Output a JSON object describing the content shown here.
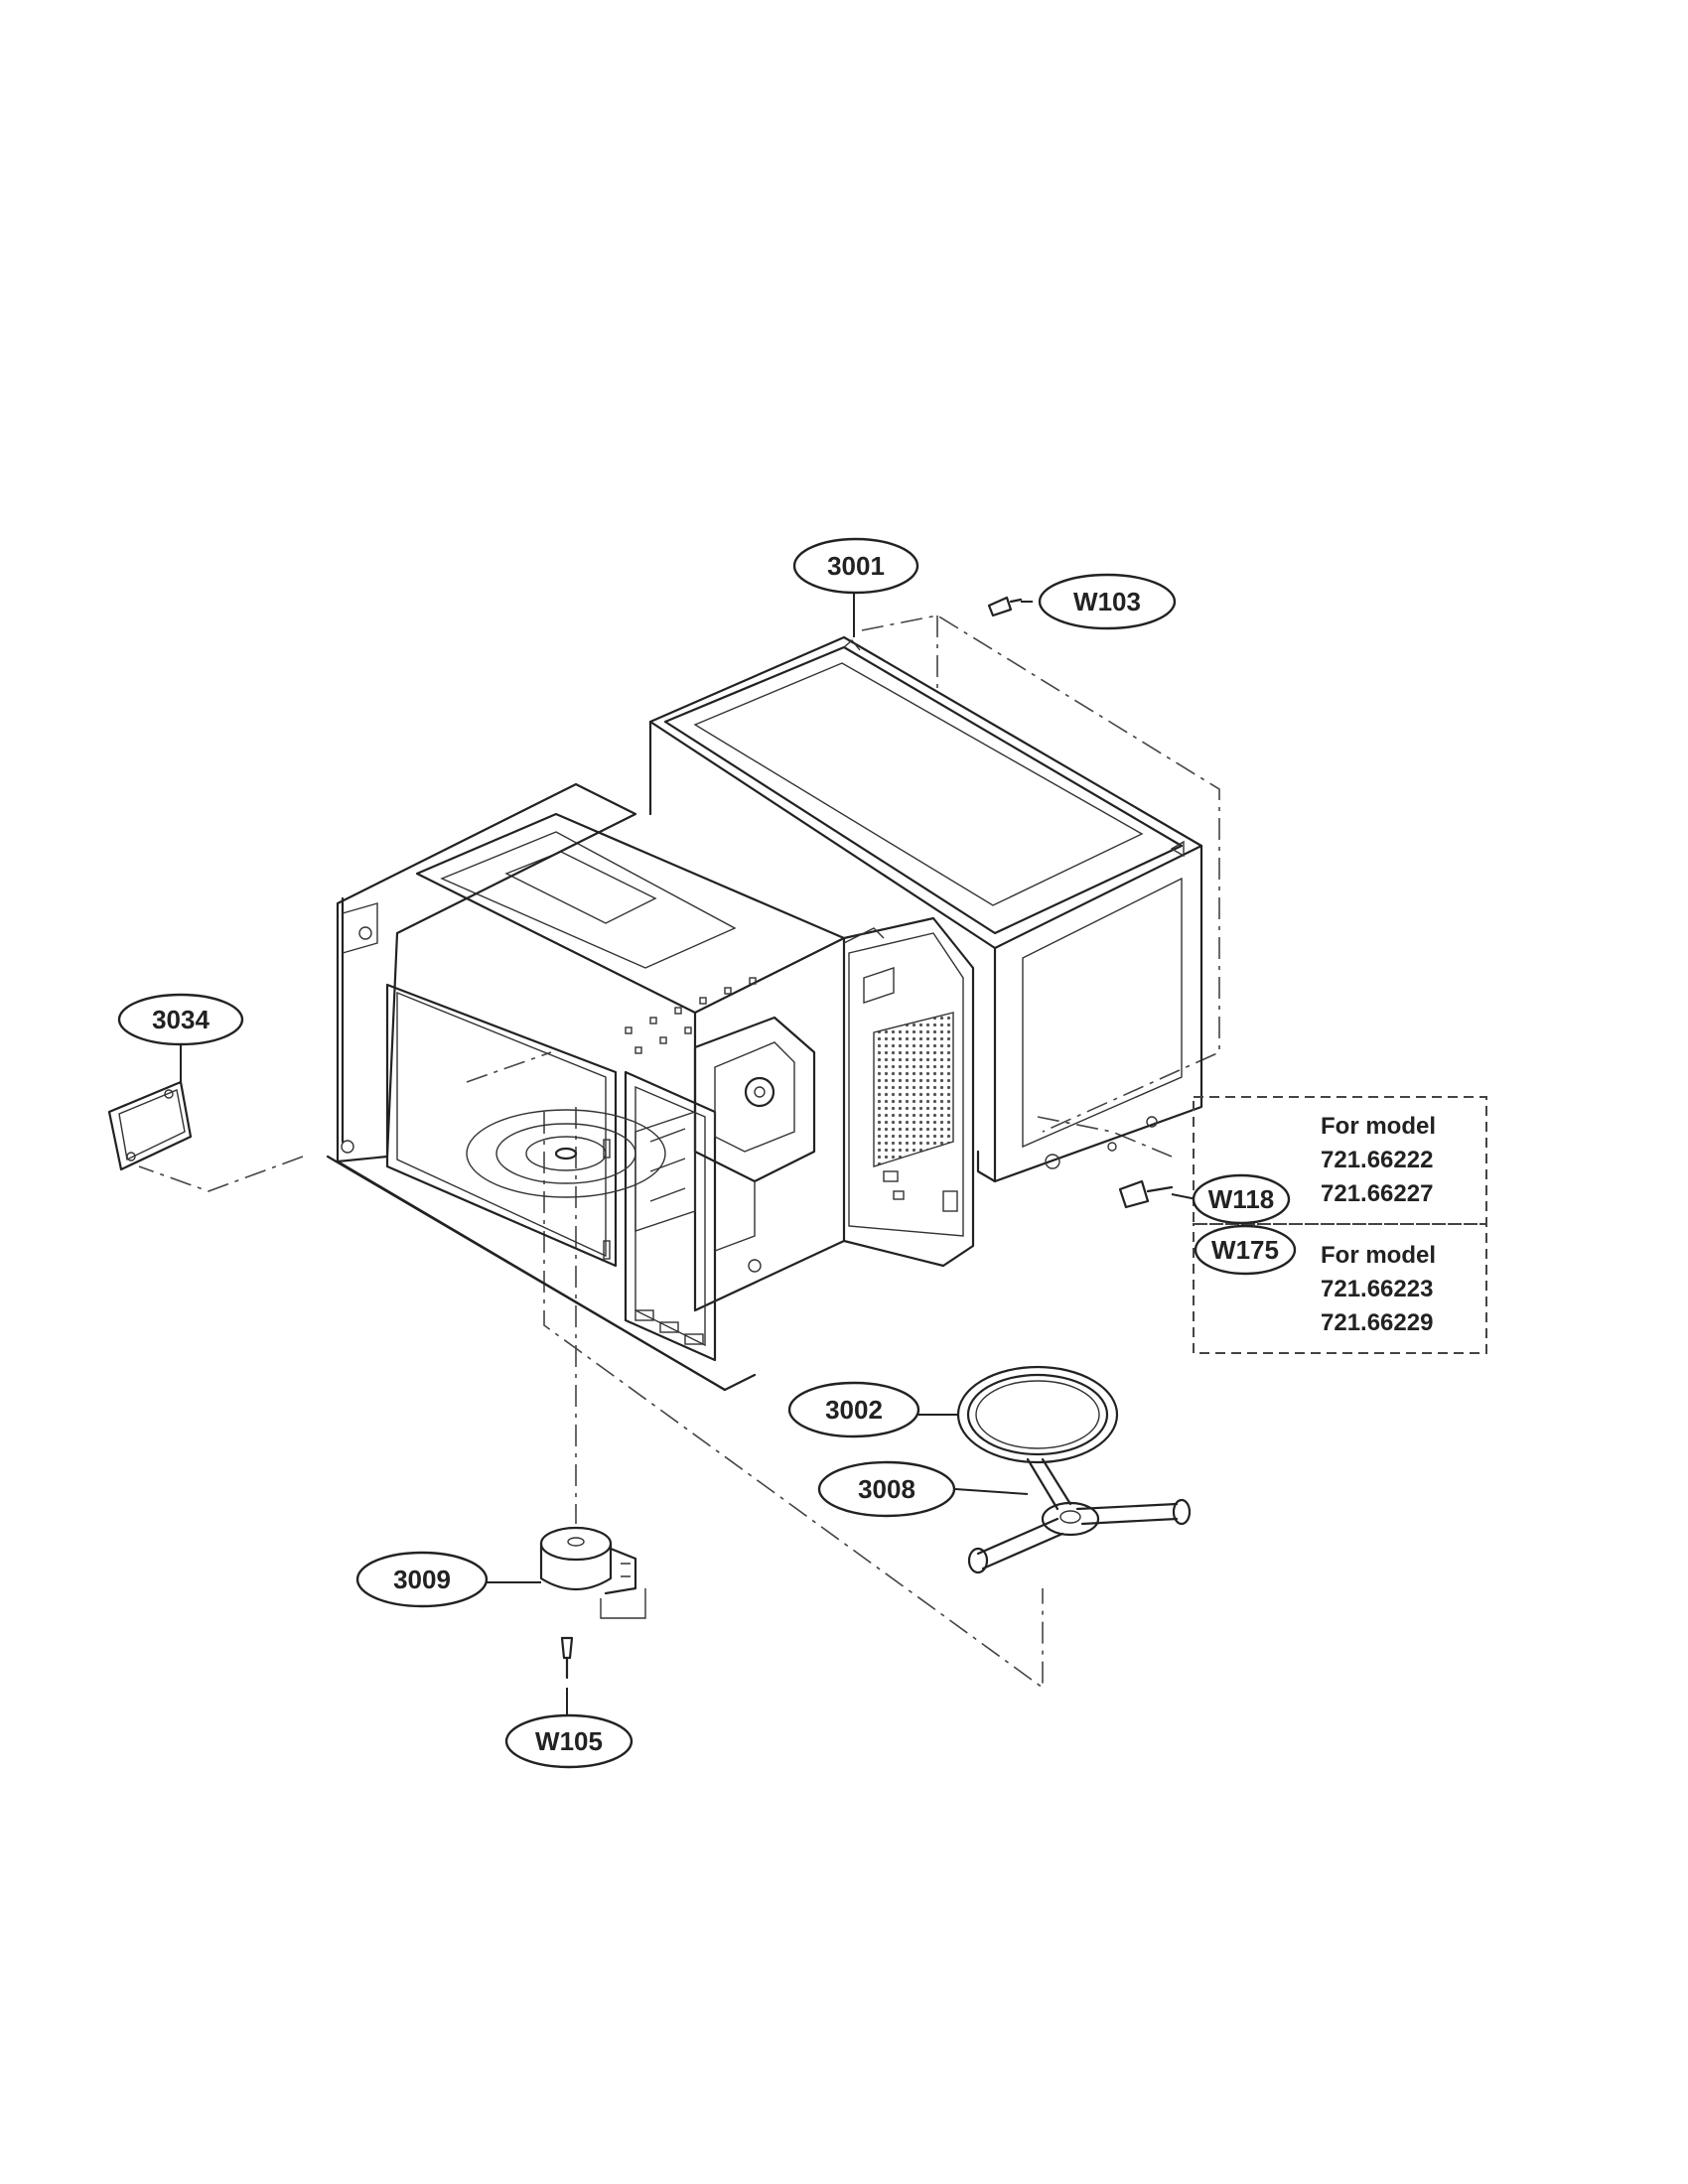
{
  "callouts": {
    "c3001": "3001",
    "cW103": "W103",
    "c3034": "3034",
    "cW118": "W118",
    "cW175": "W175",
    "c3002": "3002",
    "c3008": "3008",
    "c3009": "3009",
    "cW105": "W105"
  },
  "model_boxes": {
    "box1": {
      "heading": "For model",
      "line1": "721.66222",
      "line2": "721.66227"
    },
    "box2": {
      "heading": "For model",
      "line1": "721.66223",
      "line2": "721.66229"
    }
  }
}
